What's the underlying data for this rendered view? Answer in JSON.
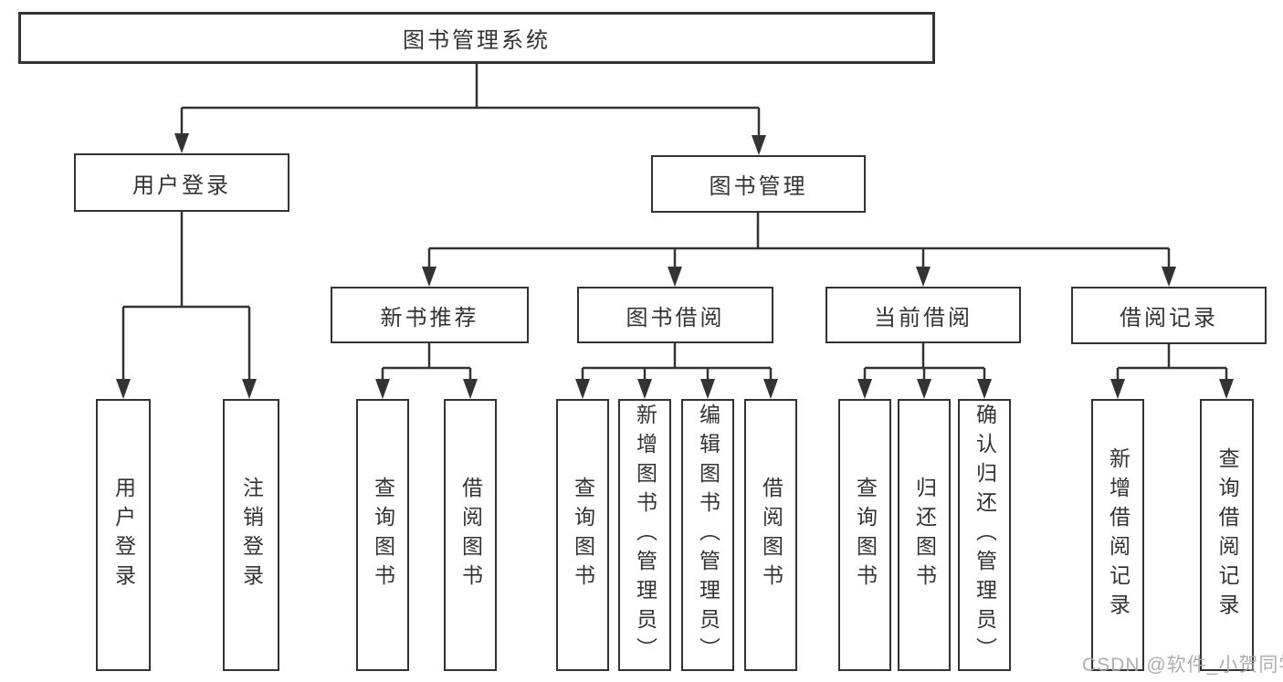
{
  "colors": {
    "line": "#333333",
    "box_border": "#333333",
    "text": "#333333",
    "watermark": "#a5a5a5",
    "background": "#ffffff"
  },
  "watermark": "CSDN @软件_小贺同学",
  "tree": {
    "root": {
      "label": "图书管理系统",
      "children": [
        {
          "label": "用户登录",
          "children": [
            {
              "label": "用户登录"
            },
            {
              "label": "注销登录"
            }
          ]
        },
        {
          "label": "图书管理",
          "children": [
            {
              "label": "新书推荐",
              "children": [
                {
                  "label": "查询图书"
                },
                {
                  "label": "借阅图书"
                }
              ]
            },
            {
              "label": "图书借阅",
              "children": [
                {
                  "label": "查询图书"
                },
                {
                  "label": "新增图书（管理员）"
                },
                {
                  "label": "编辑图书（管理员）"
                },
                {
                  "label": "借阅图书"
                }
              ]
            },
            {
              "label": "当前借阅",
              "children": [
                {
                  "label": "查询图书"
                },
                {
                  "label": "归还图书"
                },
                {
                  "label": "确认归还（管理员）"
                }
              ]
            },
            {
              "label": "借阅记录",
              "children": [
                {
                  "label": "新增借阅记录"
                },
                {
                  "label": "查询借阅记录"
                }
              ]
            }
          ]
        }
      ]
    }
  }
}
